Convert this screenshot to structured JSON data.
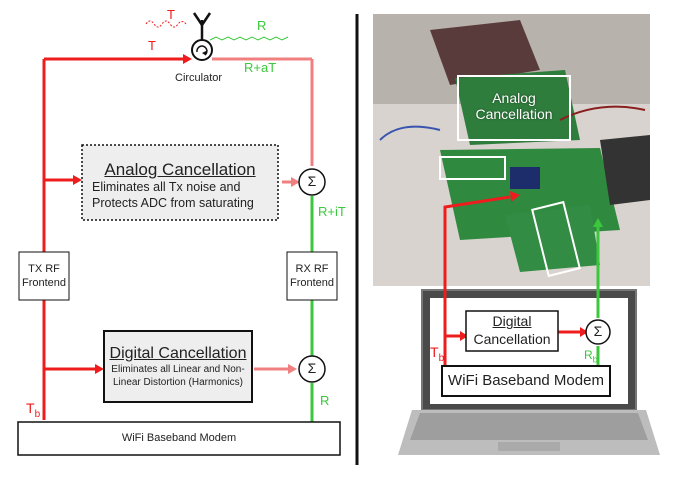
{
  "signals": {
    "t_top": "T",
    "t_left": "T",
    "r_top": "R",
    "r_plus_at": "R+aT",
    "r_plus_it": "R+iT",
    "r_bottom": "R",
    "t_b": "T",
    "t_b_sub": "b",
    "circulator": "Circulator"
  },
  "blocks": {
    "analog_title": "Analog Cancellation",
    "analog_desc_1": "Eliminates all Tx noise and",
    "analog_desc_2": "Protects ADC from saturating",
    "tx_rf_1": "TX RF",
    "tx_rf_2": "Frontend",
    "rx_rf_1": "RX RF",
    "rx_rf_2": "Frontend",
    "digital_title": "Digital Cancellation",
    "digital_desc_1": "Eliminates all Linear and  Non-",
    "digital_desc_2": "Linear Distortion (Harmonics)",
    "modem": "WiFi Baseband Modem",
    "sum_symbol": "Σ"
  },
  "photo": {
    "analog_1": "Analog",
    "analog_2": "Cancellation",
    "digital_1": "Digital",
    "digital_2": "Cancellation",
    "modem": "WiFi Baseband Modem",
    "t_b": "T",
    "t_b_sub": "b",
    "r_b": "R",
    "r_b_sub": "b",
    "sum_symbol": "Σ"
  },
  "colors": {
    "red": "#ee1c1c",
    "pink": "#f08080",
    "green": "#3cc83c",
    "black": "#111111"
  }
}
